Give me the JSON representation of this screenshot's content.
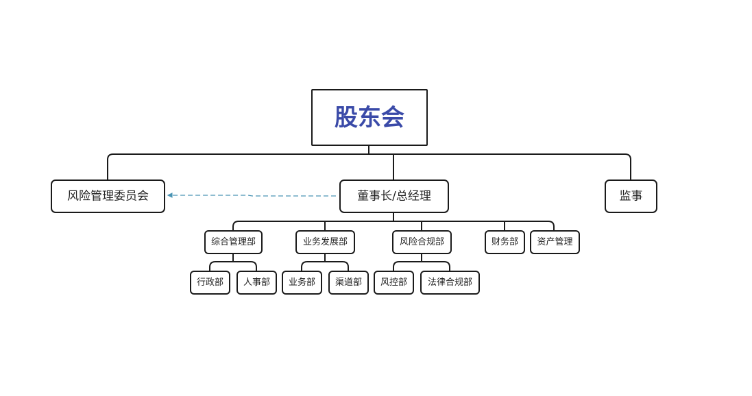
{
  "colors": {
    "root_text": "#3a4aa8",
    "border": "#1a1a1a",
    "dashed_link": "#4a94b4",
    "text": "#222222"
  },
  "nodes": {
    "root": "股东会",
    "risk_committee": "风险管理委员会",
    "chairman_gm": "董事长/总经理",
    "supervisor": "监事",
    "general_mgmt": "综合管理部",
    "business_dev": "业务发展部",
    "risk_compliance": "风险合规部",
    "finance": "财务部",
    "asset_mgmt": "资产管理",
    "admin": "行政部",
    "hr": "人事部",
    "business": "业务部",
    "channel": "渠道部",
    "risk_control": "风控部",
    "legal_compliance": "法律合规部"
  }
}
